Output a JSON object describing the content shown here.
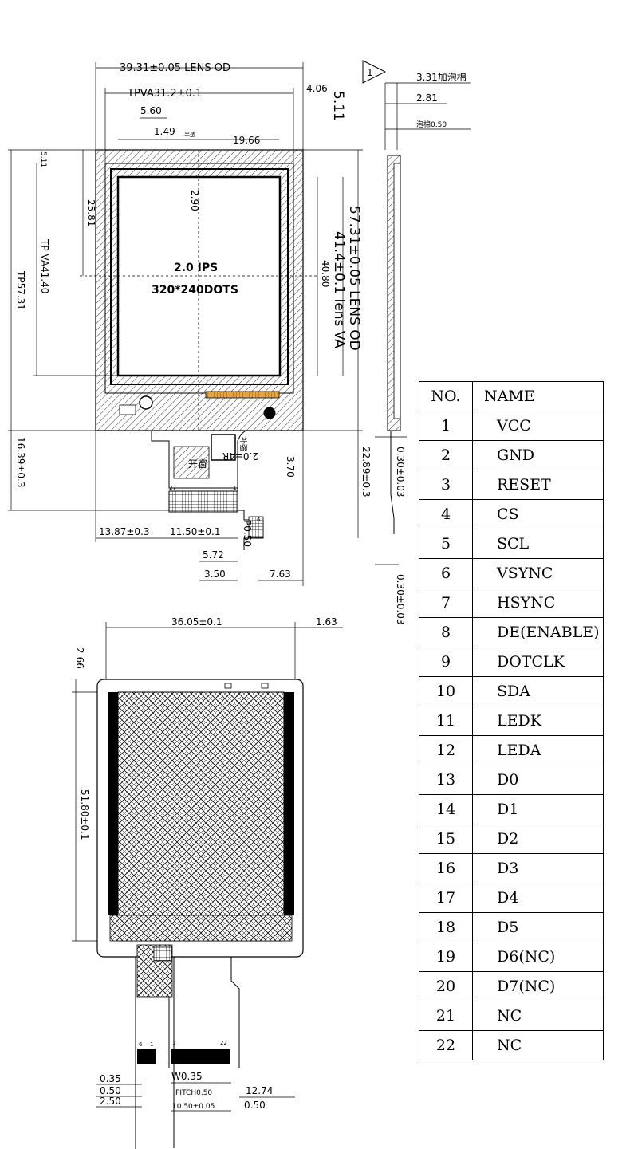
{
  "top_view": {
    "lens_od_width": "39.31±0.05 LENS OD",
    "tp_va_width": "TPVA31.2±0.1",
    "dim_4_06": "4.06",
    "dim_5_11_top": "5.11",
    "dim_5_60": "5.60",
    "dim_1_49": "1.49",
    "dim_1_49_note": "半透",
    "dim_19_66": "19.66",
    "dim_2_90": "2.90",
    "dim_25_81": "25.81",
    "dim_5_11_left": "5.11",
    "tp_va_height": "TP VA41.40",
    "tp_height": "TP57.31",
    "dim_40_80": "40.80",
    "lens_va": "41.4±0.1 lens VA",
    "lens_od_height": "57.31±0.05 LENS OD",
    "display_type": "2.0  IPS",
    "resolution": "320*240DOTS",
    "fpc_height": "16.39±0.3",
    "dim_22_89": "22.89±0.3",
    "dim_3_70": "3.70",
    "radius_note": "2.0=4R",
    "window_label": "开窗",
    "stiffener_label": "补强",
    "dim_13_87": "13.87±0.3",
    "dim_11_50": "11.50±0.1",
    "dim_5_72": "5.72",
    "dim_3_50": "3.50",
    "dim_7_63": "7.63",
    "dim_0_50_label": "P0.50",
    "pin_27": "27",
    "pin_1": "1",
    "pin_6": "6"
  },
  "side_view": {
    "revision_mark": "1",
    "foam_total": "3.31加泡棉",
    "thickness": "2.81",
    "foam": "泡棉0.50",
    "dim_0_30_a": "0.30±0.03",
    "dim_0_30_b": "0.30±0.03"
  },
  "bottom_view": {
    "width": "36.05±0.1",
    "dim_1_63": "1.63",
    "dim_2_66": "2.66",
    "height": "51.80±0.1",
    "pin_1": "1",
    "pin_22": "22",
    "pin_6": "6",
    "pin_1b": "1",
    "w_035": "W0.35",
    "pitch": "PITCH0.50",
    "dim_12_74": "12.74",
    "dim_10_50": "10.50±0.05",
    "dim_0_50": "0.50",
    "left_0_35": "0.35",
    "left_0_50": "0.50",
    "left_2_50": "2.50"
  },
  "pin_table": {
    "header_no": "NO.",
    "header_name": "NAME",
    "rows": [
      {
        "no": "1",
        "name": "VCC"
      },
      {
        "no": "2",
        "name": "GND"
      },
      {
        "no": "3",
        "name": "RESET"
      },
      {
        "no": "4",
        "name": "CS"
      },
      {
        "no": "5",
        "name": "SCL"
      },
      {
        "no": "6",
        "name": "VSYNC"
      },
      {
        "no": "7",
        "name": "HSYNC"
      },
      {
        "no": "8",
        "name": "DE(ENABLE)"
      },
      {
        "no": "9",
        "name": "DOTCLK"
      },
      {
        "no": "10",
        "name": "SDA"
      },
      {
        "no": "11",
        "name": "LEDK"
      },
      {
        "no": "12",
        "name": "LEDA"
      },
      {
        "no": "13",
        "name": "D0"
      },
      {
        "no": "14",
        "name": "D1"
      },
      {
        "no": "15",
        "name": "D2"
      },
      {
        "no": "16",
        "name": "D3"
      },
      {
        "no": "17",
        "name": "D4"
      },
      {
        "no": "18",
        "name": "D5"
      },
      {
        "no": "19",
        "name": "D6(NC)"
      },
      {
        "no": "20",
        "name": "D7(NC)"
      },
      {
        "no": "21",
        "name": "NC"
      },
      {
        "no": "22",
        "name": "NC"
      }
    ]
  }
}
